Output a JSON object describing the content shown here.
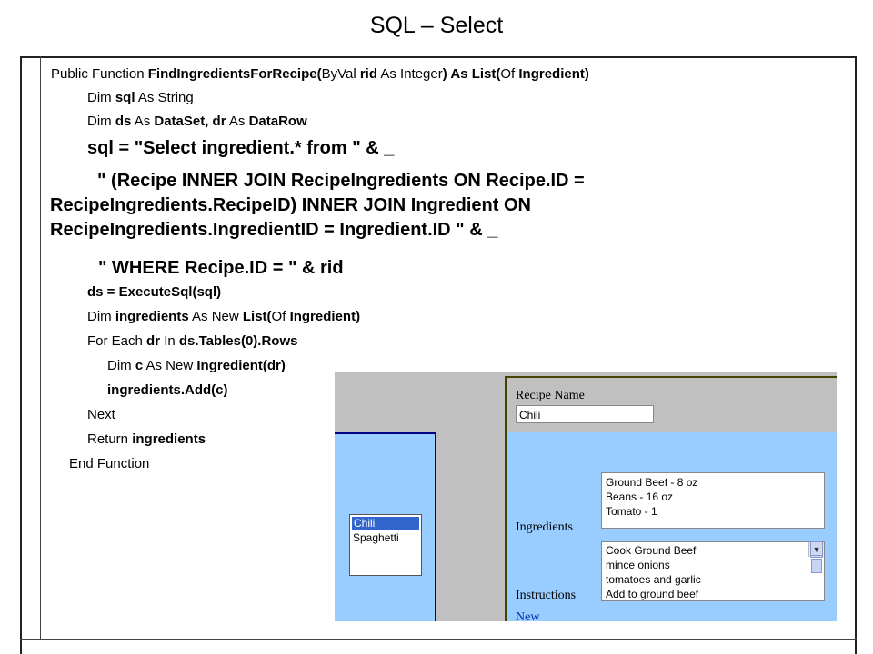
{
  "title": "SQL – Select",
  "code": {
    "line1": {
      "a": "Public Function ",
      "b": "FindIngredientsForRecipe(",
      "c": "ByVal ",
      "d": "rid",
      "e": " As Integer",
      "f": ") As ",
      "g": "List(",
      "h": "Of ",
      "i": "Ingredient)"
    },
    "line2": {
      "a": "Dim ",
      "b": "sql",
      "c": " As String"
    },
    "line3": {
      "a": "Dim ",
      "b": "ds",
      "c": " As ",
      "d": "DataSet, dr",
      "e": " As ",
      "f": "DataRow"
    },
    "line4": "sql = \"Select ingredient.* from \" & _",
    "line5": "\" (Recipe INNER JOIN RecipeIngredients ON Recipe.ID = RecipeIngredients.RecipeID) INNER JOIN Ingredient ON RecipeIngredients.IngredientID = Ingredient.ID \" & _",
    "line6": "\" WHERE Recipe.ID = \" & rid",
    "line7": "ds = ExecuteSql(sql)",
    "line8": {
      "a": "Dim ",
      "b": "ingredients",
      "c": " As New ",
      "d": "List(",
      "e": "Of ",
      "f": "Ingredient)"
    },
    "line9": {
      "a": "For Each ",
      "b": "dr",
      "c": " In ",
      "d": "ds.Tables(0).Rows"
    },
    "line10": {
      "a": "Dim ",
      "b": "c",
      "c": " As New ",
      "d": "Ingredient(dr)"
    },
    "line11": "ingredients.Add(c)",
    "line12": "Next",
    "line13": {
      "a": "Return ",
      "b": "ingredients"
    },
    "line14": "End Function"
  },
  "screenshot": {
    "recipes": [
      "Chili",
      "Spaghetti"
    ],
    "selected_recipe": "Chili",
    "recipe_name_label": "Recipe Name",
    "recipe_name_value": "Chili",
    "ingredients_label": "Ingredients",
    "ingredients": [
      "Ground Beef - 8 oz",
      "Beans - 16 oz",
      "Tomato - 1"
    ],
    "instructions_label": "Instructions",
    "instructions": [
      "Cook Ground Beef",
      "mince onions",
      "tomatoes and garlic",
      "Add to ground beef"
    ],
    "new_link": "New",
    "colors": {
      "panel": "#99ccff",
      "frame": "#000080",
      "selection": "#3366cc"
    }
  }
}
